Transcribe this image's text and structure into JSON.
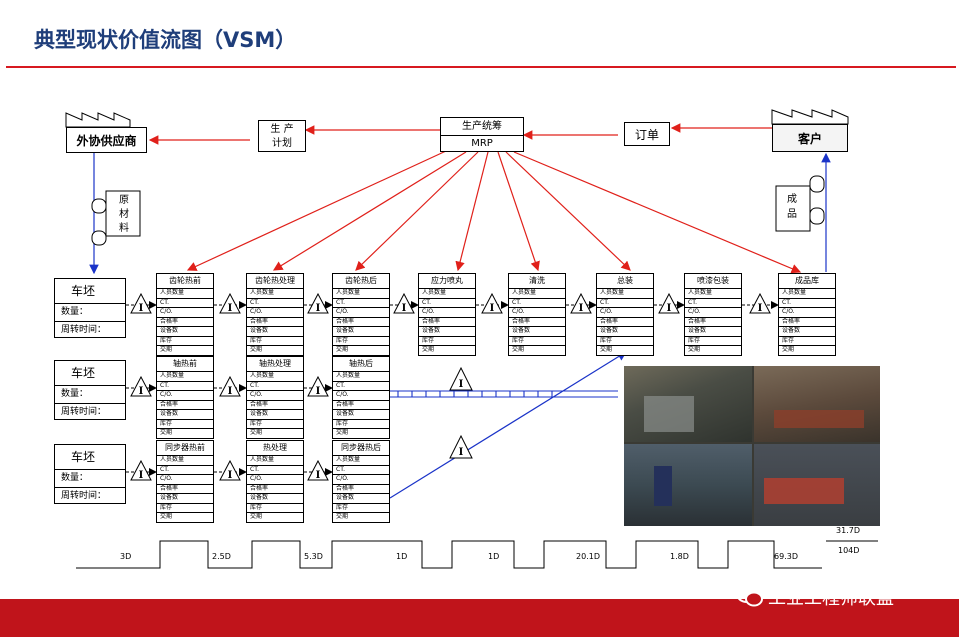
{
  "title": "典型现状价值流图（VSM）",
  "supplier": "外协供应商",
  "customer": "客户",
  "production_plan": [
    "生  产",
    "计划"
  ],
  "production_control": [
    "生产统筹",
    "MRP"
  ],
  "order": "订单",
  "raw_material": [
    "原",
    "材",
    "料"
  ],
  "finished_goods": [
    "成",
    "品"
  ],
  "inventory_symbol": "I",
  "source": {
    "name": "车坯",
    "qty": "数量：",
    "turnover": "周转时间："
  },
  "process_fields": [
    "人员数量",
    "CT.",
    "C/O.",
    "合格率",
    "设备数",
    "库存",
    "交期"
  ],
  "rows": [
    {
      "processes": [
        "齿轮热前",
        "齿轮热处理",
        "齿轮热后",
        "应力喷丸",
        "清洗",
        "总装",
        "喷漆包装",
        "成品库"
      ]
    },
    {
      "processes": [
        "轴热前",
        "轴热处理",
        "轴热后"
      ]
    },
    {
      "processes": [
        "同步器热前",
        "热处理",
        "同步器热后"
      ]
    }
  ],
  "timeline": {
    "lead_times": [
      "3D",
      "2.5D",
      "5.3D",
      "1D",
      "1D",
      "20.1D",
      "1.8D",
      "69.3D"
    ],
    "total_lead": "31.7D",
    "total_value": "104D"
  },
  "brand": "工业工程师联盟",
  "colors": {
    "accent": "#d71920",
    "title": "#1f3e7a",
    "info_flow": "#e0201a",
    "material_flow": "#1a33c8",
    "footer": "#c0141b"
  }
}
